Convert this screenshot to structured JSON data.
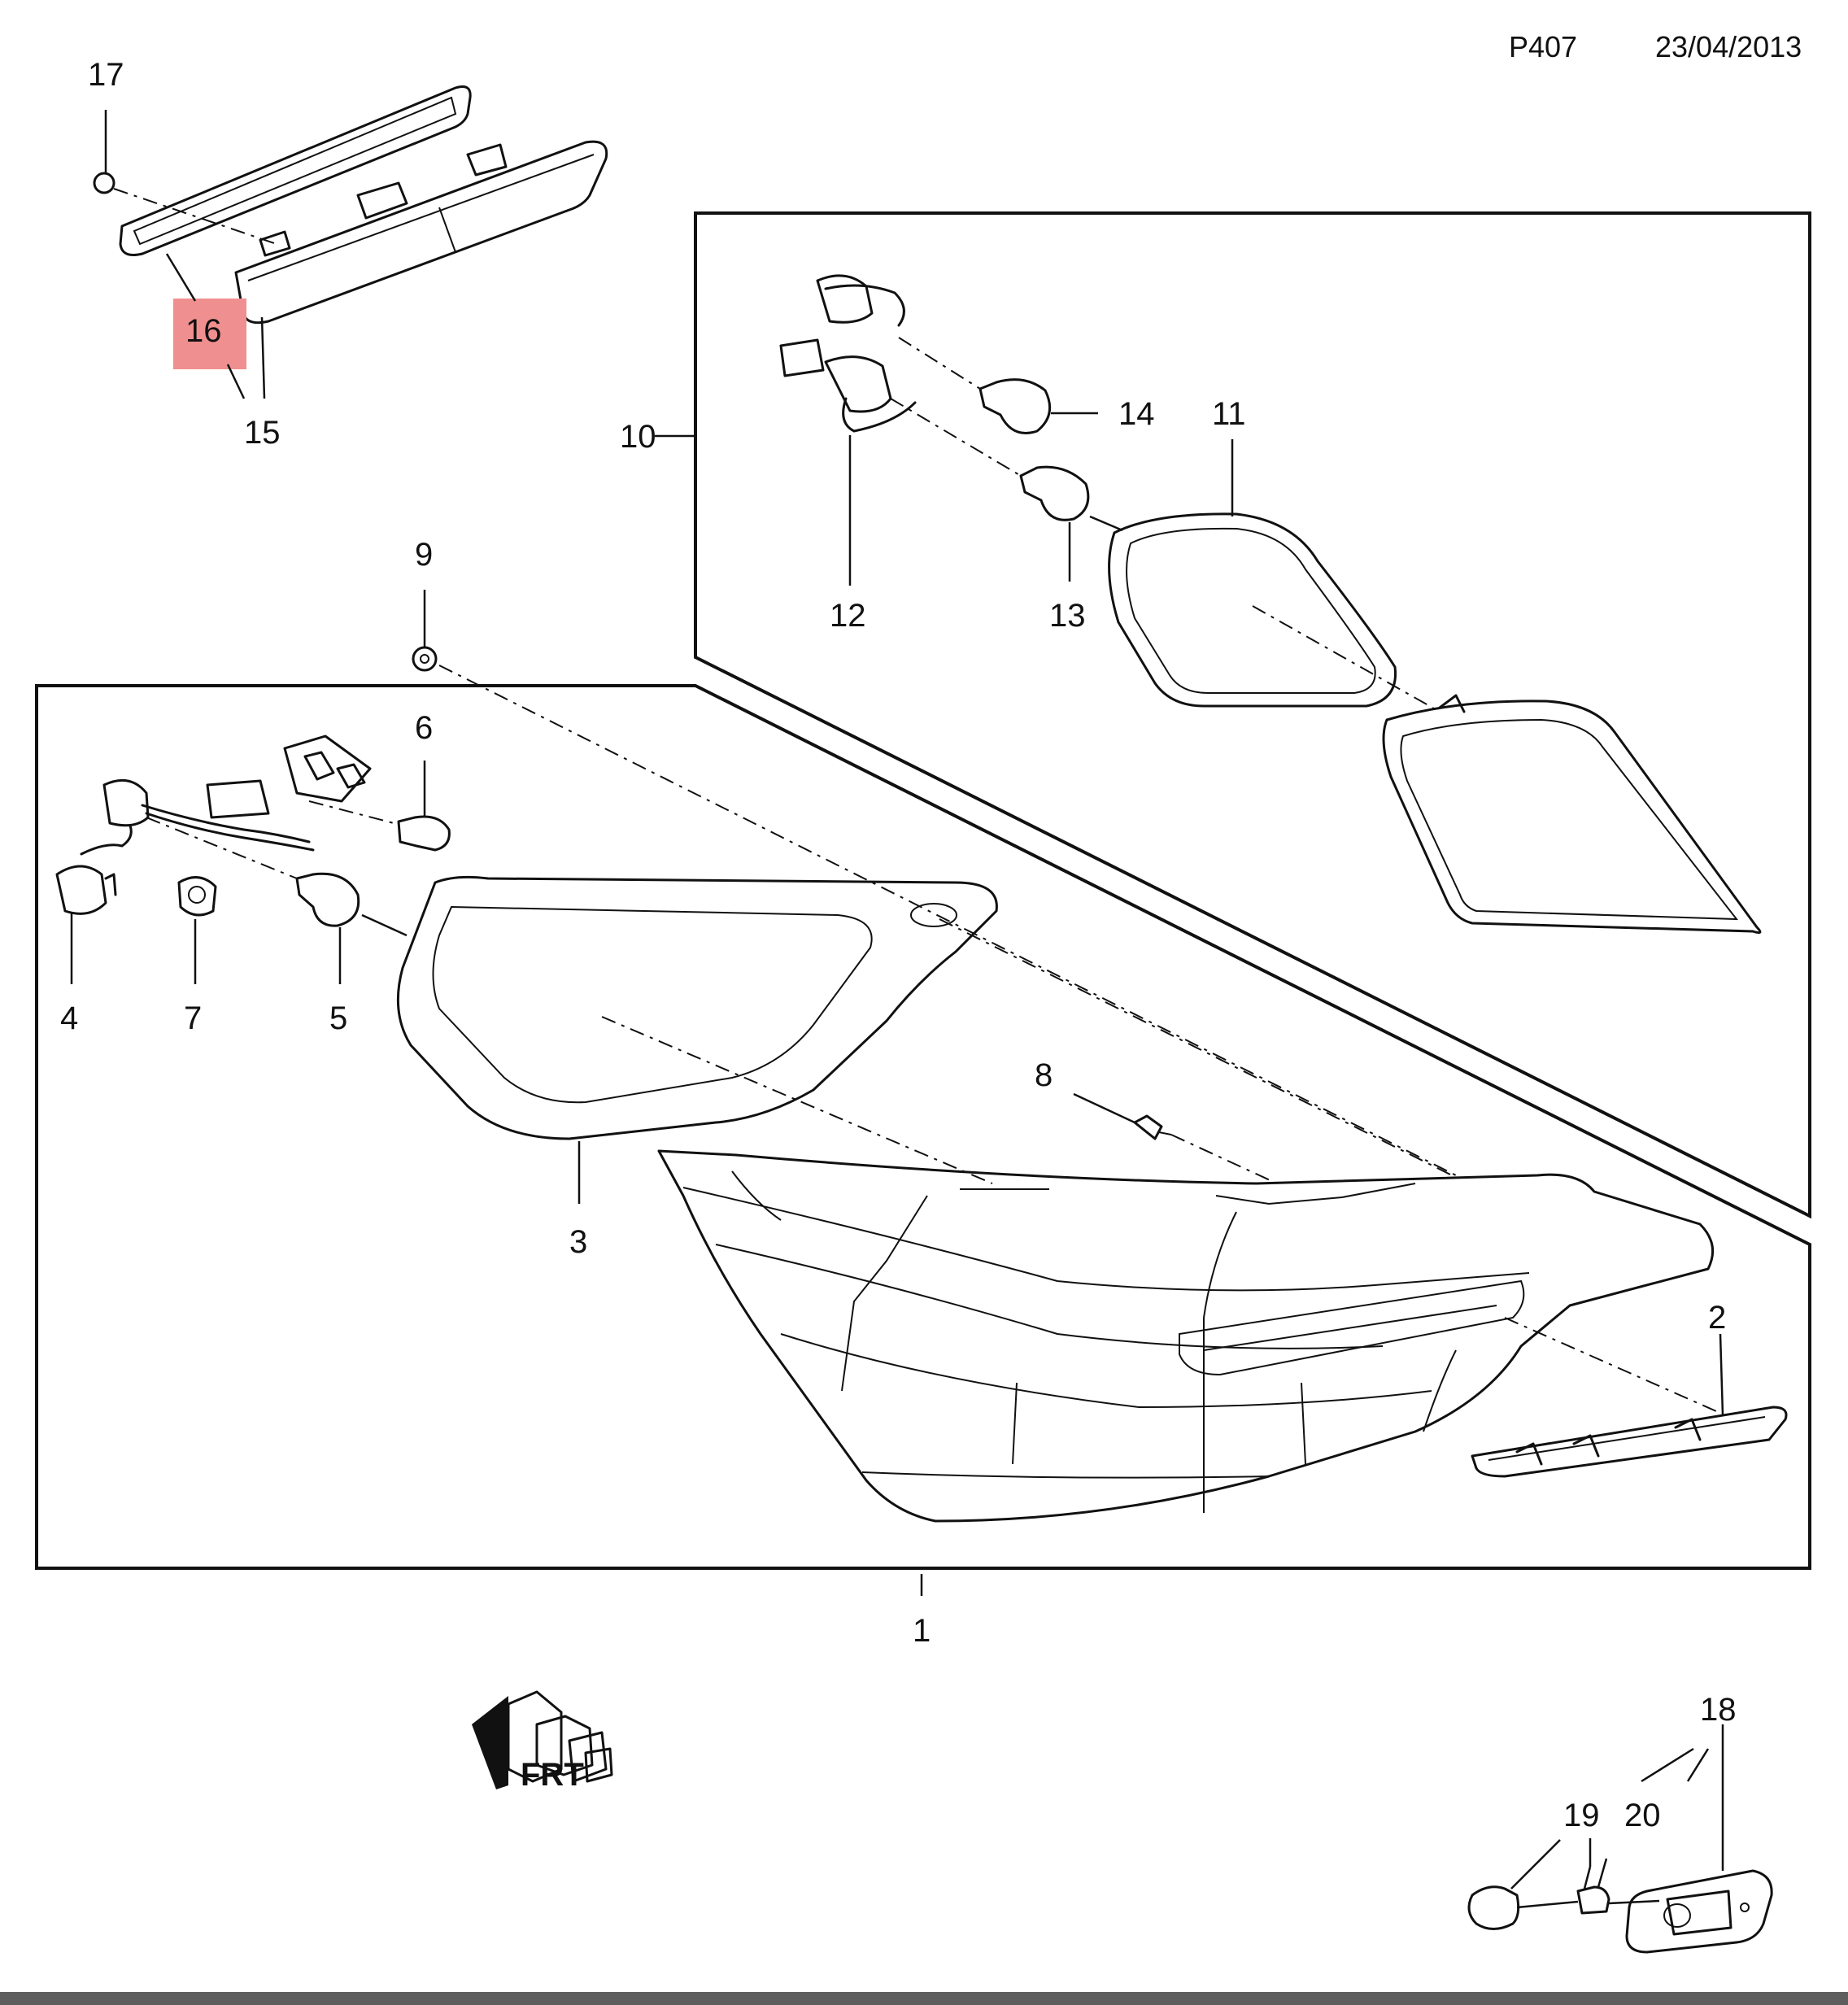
{
  "header": {
    "code": "P407",
    "date": "23/04/2013"
  },
  "highlight_color": "#f08f8f",
  "callouts": {
    "c1": "1",
    "c2": "2",
    "c3": "3",
    "c4": "4",
    "c5": "5",
    "c6": "6",
    "c7": "7",
    "c8": "8",
    "c9": "9",
    "c10": "10",
    "c11": "11",
    "c12": "12",
    "c13": "13",
    "c14": "14",
    "c15": "15",
    "c16": "16",
    "c17": "17",
    "c18": "18",
    "c19": "19",
    "c20": "20"
  },
  "highlighted_callout": "16",
  "direction_mark": "FRT"
}
